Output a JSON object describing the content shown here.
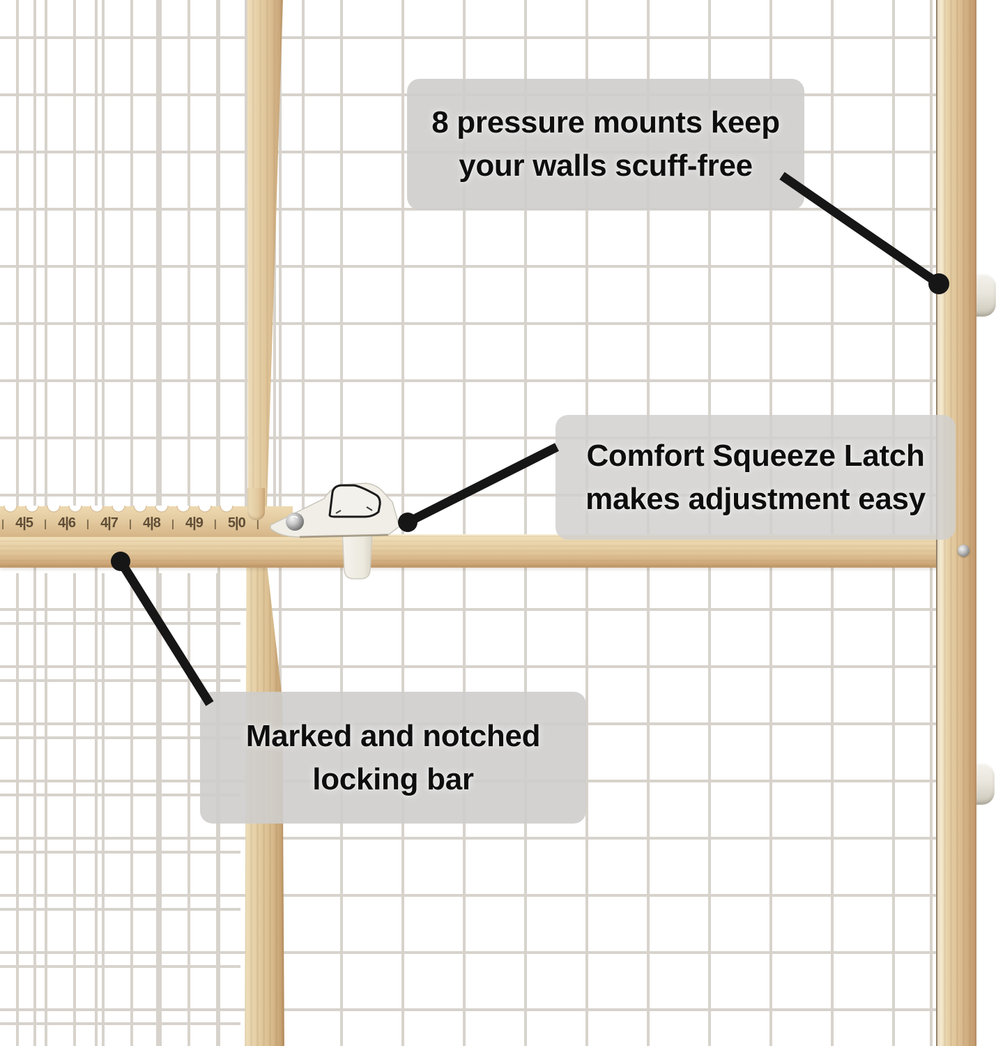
{
  "callouts": {
    "pressure_mounts": {
      "line1": "8 pressure mounts keep",
      "line2": "your walls scuff-free"
    },
    "squeeze_latch": {
      "line1": "Comfort Squeeze Latch",
      "line2": "makes adjustment easy"
    },
    "locking_bar": {
      "line1": "Marked and notched",
      "line2": "locking bar"
    }
  },
  "ruler_marks": [
    "|",
    "4|5",
    "|",
    "4|6",
    "|",
    "4|7",
    "|",
    "4|8",
    "|",
    "4|9",
    "|",
    "5|0",
    "|"
  ],
  "colors": {
    "background": "#ffffff",
    "wire": "#d7d3cc",
    "wood_light": "#f2e3c2",
    "wood_mid": "#e3c99f",
    "wood_dark": "#c79e6e",
    "label_background": "#cecdcc",
    "label_text": "#0e0e0e",
    "arrow_black": "#161616",
    "latch_white": "#f0eee7",
    "mount_white": "#ebe8e0",
    "ruler_text": "#5f4d35"
  }
}
